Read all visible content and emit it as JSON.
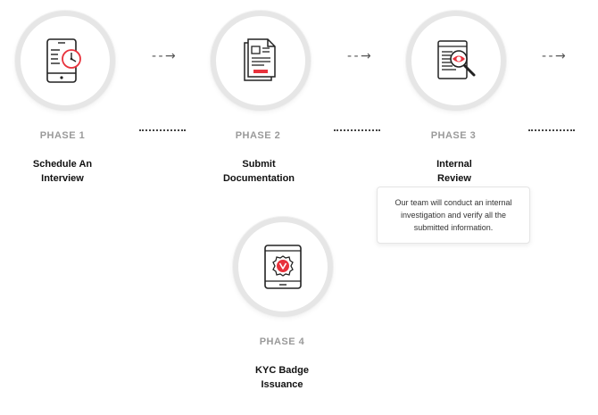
{
  "phases": [
    {
      "label": "PHASE 1",
      "title_line1": "Schedule An",
      "title_line2": "Interview",
      "icon": "tablet-clock-icon"
    },
    {
      "label": "PHASE 2",
      "title_line1": "Submit",
      "title_line2": "Documentation",
      "icon": "documents-icon"
    },
    {
      "label": "PHASE 3",
      "title_line1": "Internal",
      "title_line2": "Review",
      "icon": "document-review-magnifier-icon"
    },
    {
      "label": "PHASE 4",
      "title_line1": "KYC Badge",
      "title_line2": "Issuance",
      "icon": "tablet-badge-icon"
    }
  ],
  "connector": {
    "arrow": "- - →"
  },
  "tooltip": {
    "text": "Our team will conduct an internal investigation and verify all the submitted information."
  },
  "colors": {
    "accent": "#e8323c",
    "text": "#111111",
    "muted": "#9a9a9a",
    "ring": "#e6e6e6"
  }
}
